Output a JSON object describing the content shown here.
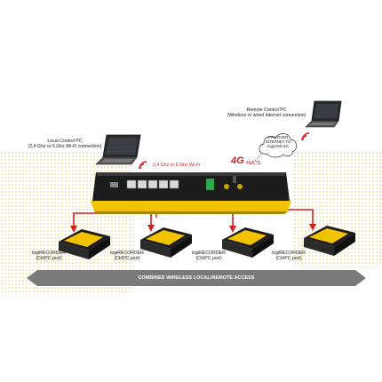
{
  "labels": {
    "local_pc": "Local Control PC\n(2,4 Ghz or 5 Ghz Wi-Fi connection)",
    "remote_pc": "Remote Control PC\n(Wireless or wired Internet connection)",
    "wifi": "2,4 Ghz or 5 Ghz Wi-Fi",
    "lte_big": "4G",
    "lte_small": "4G/LTE",
    "vpn": "VPN OVER\nINTERNET TO\nlogiLINX-4G",
    "banner": "COMBINED WIRELESS LOCAL/REMOTE ACCESS"
  },
  "recorders": [
    {
      "name": "logiRECORDER",
      "port": "(CtrlPC port)"
    },
    {
      "name": "logiRECORDER",
      "port": "(CtrlPC port)"
    },
    {
      "name": "logiRECORDER",
      "port": "(CtrlPC port)"
    },
    {
      "name": "logiRECORDER",
      "port": "(CtrlPC port)"
    }
  ],
  "colors": {
    "accent_red": "#d42020",
    "device_yellow": "#f2c200",
    "device_dark": "#1c1c1c",
    "banner_gray": "#7a7a7a"
  },
  "icons": [
    "laptop-icon",
    "wifi-signal-icon",
    "router-device",
    "recorder-device",
    "cloud-icon"
  ]
}
